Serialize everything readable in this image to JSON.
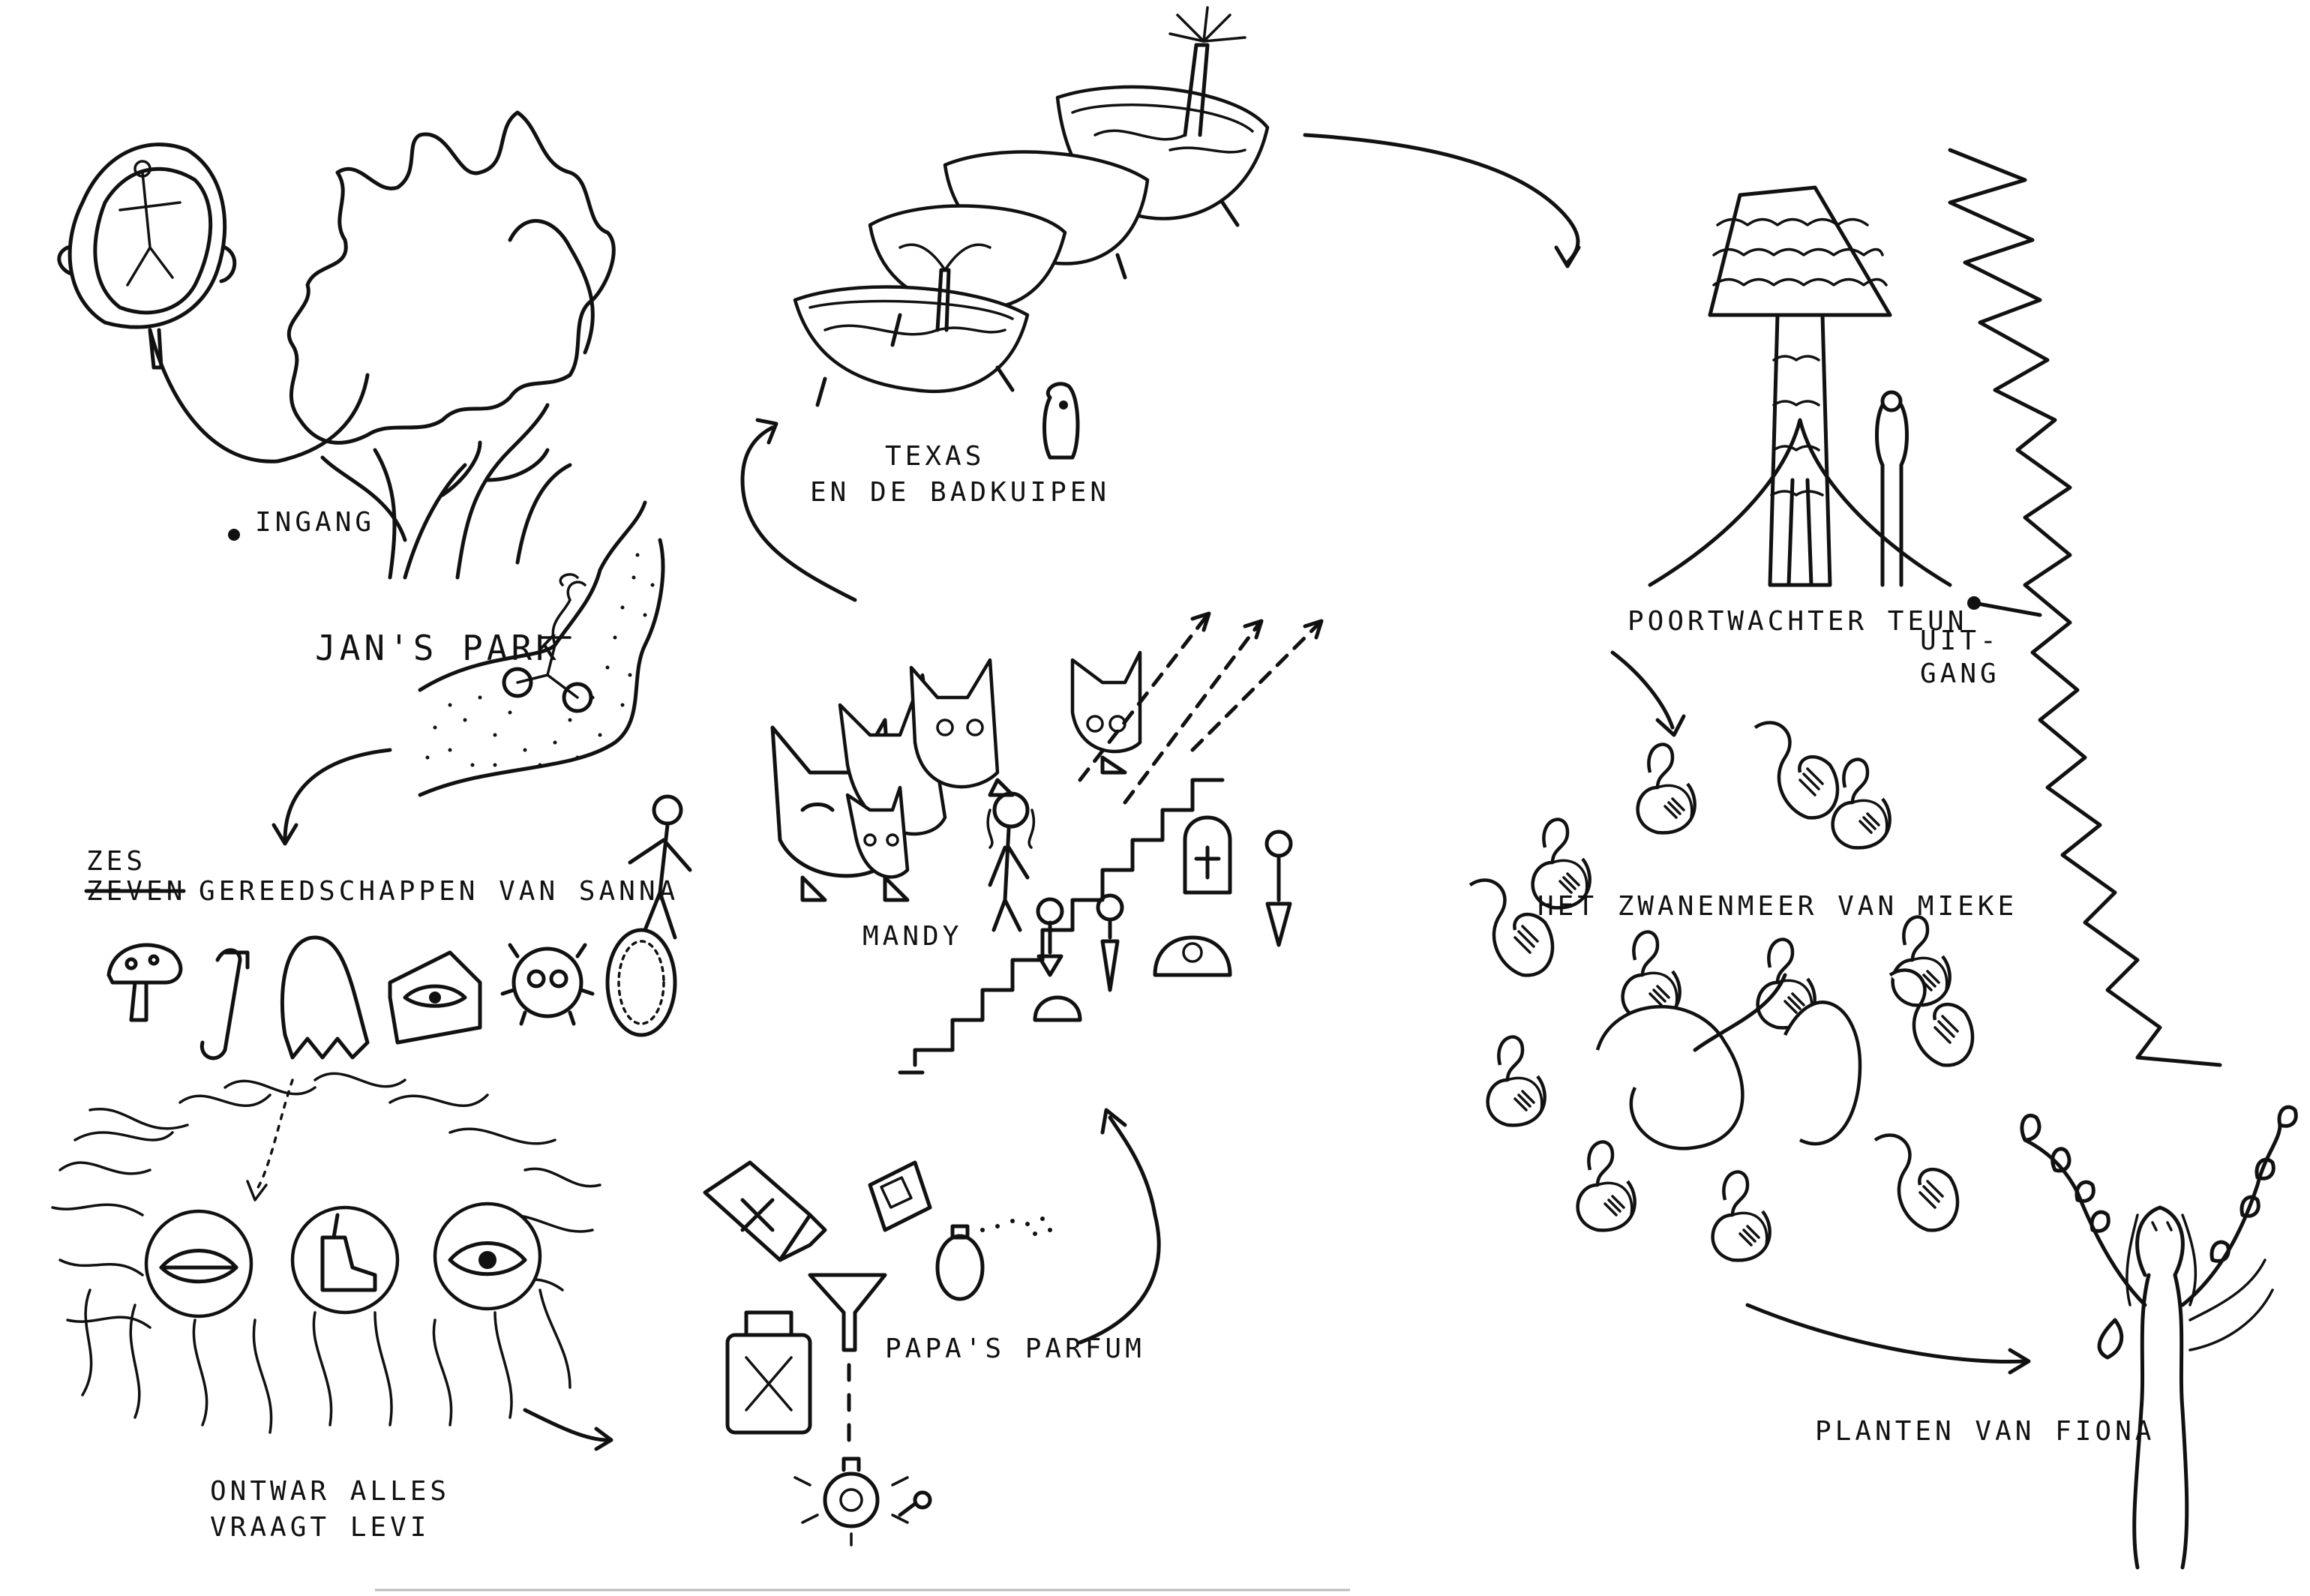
{
  "labels": {
    "ingang": "INGANG",
    "jans_park": "JAN'S PARK",
    "texas_line1": "TEXAS",
    "texas_line2": "EN DE BADKUIPEN",
    "zes": "ZES",
    "zeven": "ZEVEN",
    "gereedschappen": "GEREEDSCHAPPEN VAN SANNA",
    "mandy": "MANDY",
    "poortwachter": "POORTWACHTER TEUN",
    "uitgang_line1": "UIT-",
    "uitgang_line2": "GANG",
    "zwanenmeer": "HET ZWANENMEER VAN MIEKE",
    "papas_parfum": "PAPA'S PARFUM",
    "ontwar_line1": "ONTWAR ALLES",
    "ontwar_line2": "VRAAGT LEVI",
    "planten": "PLANTEN VAN FIONA"
  },
  "colors": {
    "ink": "#111111",
    "paper": "#ffffff"
  },
  "icons": [
    "mushroom-icon",
    "scroll-icon",
    "shawl-icon",
    "box-eye-icon",
    "furry-creature-icon",
    "hairbrush-icon",
    "eye-icon",
    "lips-icon",
    "shoe-icon",
    "perfume-bottle-icon",
    "funnel-icon",
    "swan-icon",
    "watchtower-icon",
    "bathtub-icon",
    "cat-creature-icon",
    "clock-icon"
  ]
}
